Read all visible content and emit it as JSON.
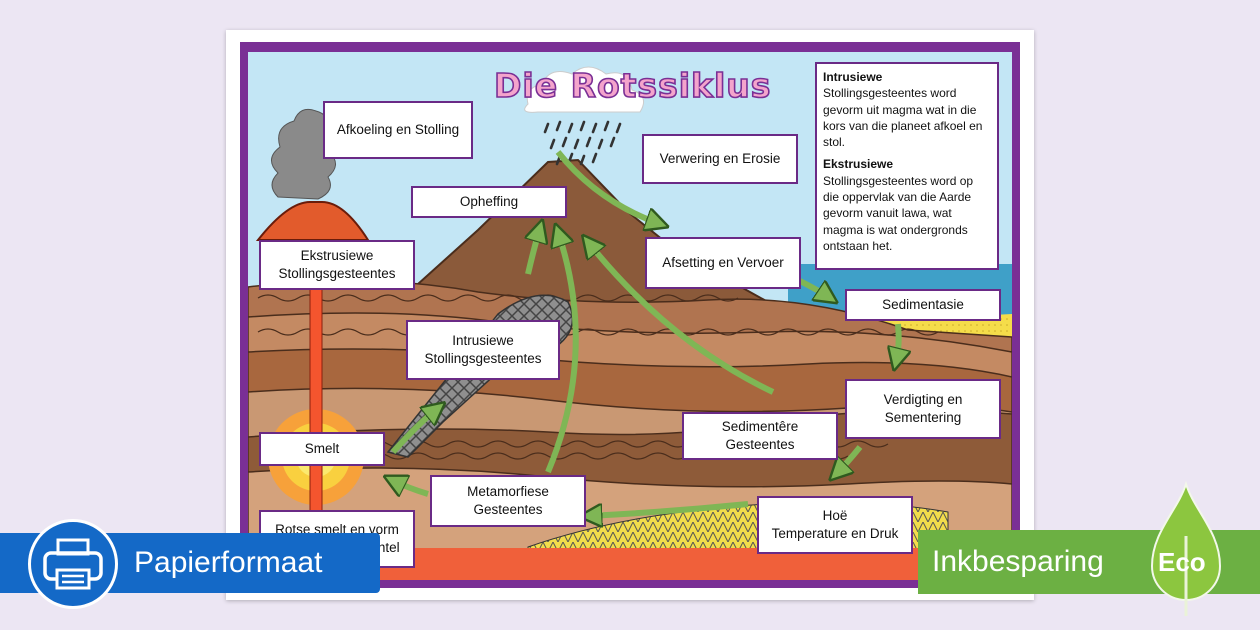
{
  "title": "Die Rotssiklus",
  "labels": {
    "afkoeling": "Afkoeling en Stolling",
    "opheffing": "Opheffing",
    "verwering": "Verwering en Erosie",
    "afsetting": "Afsetting en Vervoer",
    "ekstrusiewe": "Ekstrusiewe\nStollingsgesteentes",
    "intrusiewe": "Intrusiewe\nStollingsgesteentes",
    "sedimentasie": "Sedimentasie",
    "verdigting": "Verdigting en\nSementering",
    "sedimentere": "Sedimentêre\nGesteentes",
    "smelt": "Smelt",
    "metamorfiese": "Metamorfiese\nGesteentes",
    "hoe": "Hoë\nTemperature en Druk",
    "rotse": "Rotse smelt en vorm\nmagma in die mantel"
  },
  "info": {
    "intrusiewe_heading": "Intrusiewe",
    "intrusiewe_text": "Stollingsgesteentes word gevorm uit magma wat in die kors van die planeet afkoel en stol.",
    "ekstrusiewe_heading": "Ekstrusiewe",
    "ekstrusiewe_text": "Stollingsgesteentes word op die oppervlak van die Aarde gevorm vanuit lawa, wat magma is wat ondergronds ontstaan het."
  },
  "banners": {
    "paper": "Papierformaat",
    "ink": "Inkbesparing",
    "eco": "Eco"
  },
  "colors": {
    "frame": "#7a2f95",
    "sky": "#c3e6f5",
    "arrow": "#7fb655",
    "paper_banner": "#1469c7",
    "ink_banner": "#6cb043"
  },
  "icons": [
    "printer-icon",
    "leaf-drop-icon",
    "cloud-icon",
    "volcano-icon"
  ]
}
